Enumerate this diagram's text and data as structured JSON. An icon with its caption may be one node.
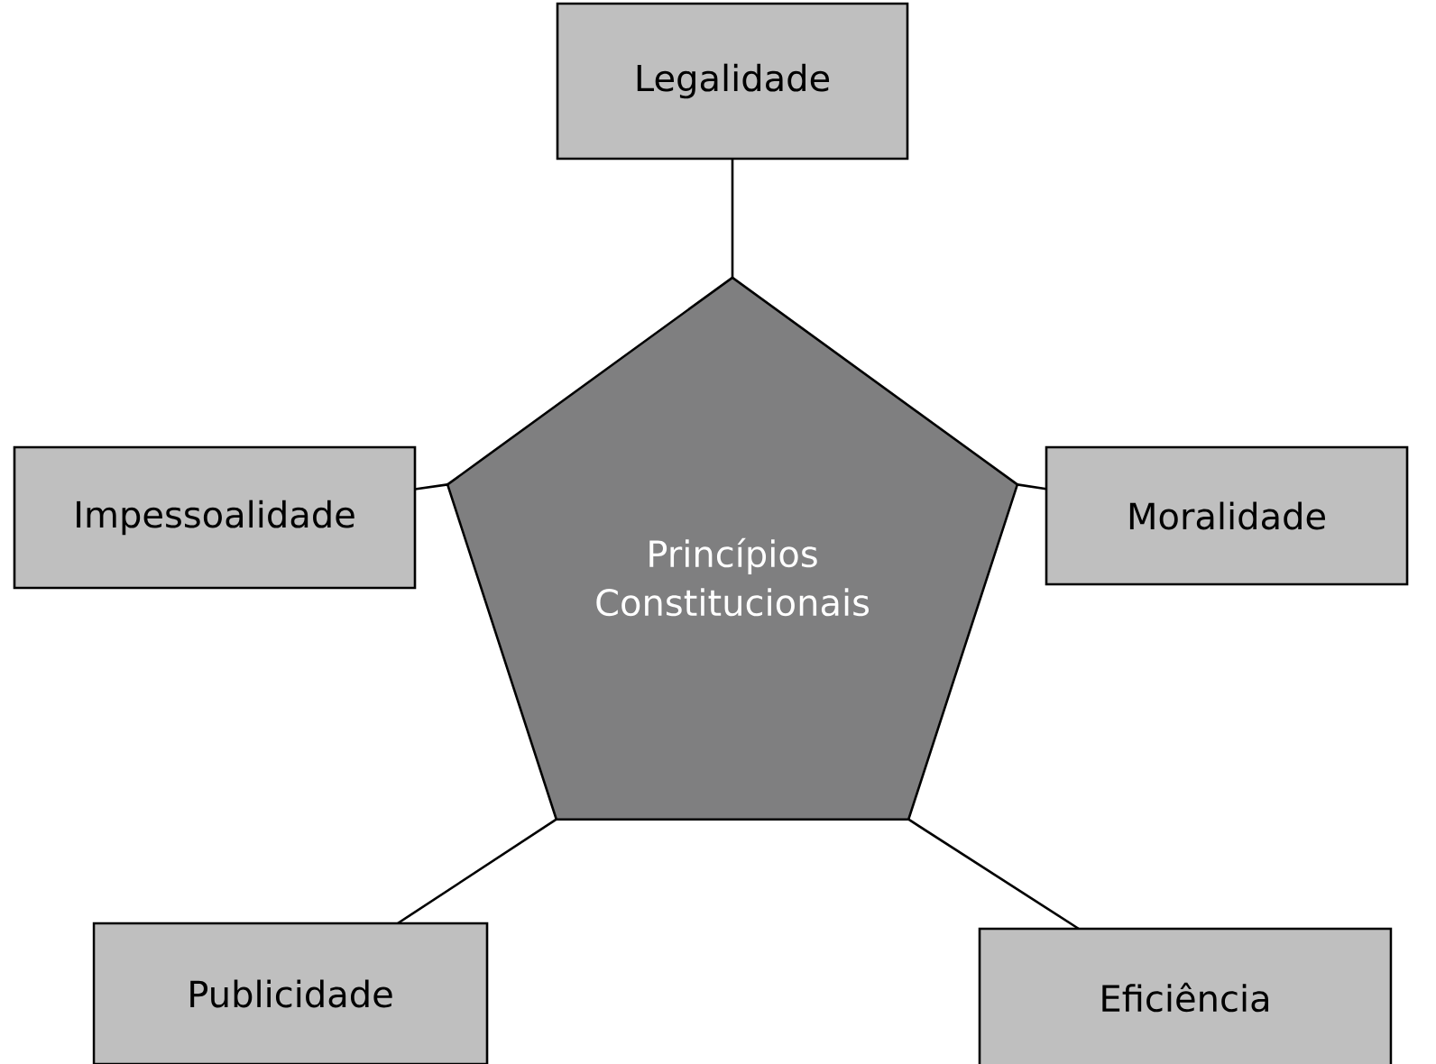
{
  "diagram": {
    "nodes": [
      {
        "text": [
          "Legalidade"
        ]
      },
      {
        "text": [
          "Impessoalidade"
        ]
      },
      {
        "text": [
          "Princípios Constitucionais"
        ]
      },
      {
        "text": [
          "Moralidade"
        ]
      },
      {
        "text": [
          "Publicidade"
        ]
      },
      {
        "text": [
          "Eficiência"
        ]
      }
    ],
    "edges": [
      {
        "from": 2,
        "to": 0,
        "arrow": "none"
      },
      {
        "from": 2,
        "to": 1,
        "arrow": "none"
      },
      {
        "from": 2,
        "to": 3,
        "arrow": "none"
      },
      {
        "from": 2,
        "to": 4,
        "arrow": "none"
      },
      {
        "from": 2,
        "to": 5,
        "arrow": "none"
      }
    ]
  }
}
